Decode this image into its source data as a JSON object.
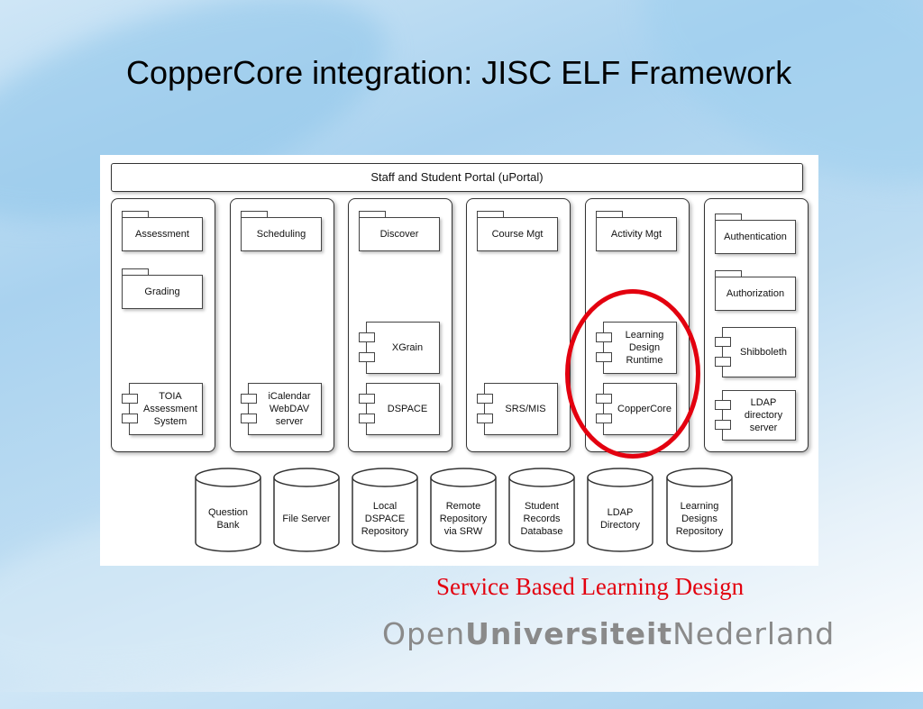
{
  "title": "CopperCore integration: JISC ELF Framework",
  "diagram": {
    "portal_label": "Staff and Student Portal (uPortal)",
    "columns": [
      {
        "packages": [
          "Assessment",
          "Grading"
        ],
        "components": [
          "TOIA\nAssessment\nSystem"
        ]
      },
      {
        "packages": [
          "Scheduling"
        ],
        "components": [
          "iCalendar\nWebDAV\nserver"
        ]
      },
      {
        "packages": [
          "Discover"
        ],
        "components": [
          "XGrain",
          "DSPACE"
        ]
      },
      {
        "packages": [
          "Course Mgt"
        ],
        "components": [
          "SRS/MIS"
        ]
      },
      {
        "packages": [
          "Activity Mgt"
        ],
        "components": [
          "Learning\nDesign\nRuntime",
          "CopperCore"
        ]
      },
      {
        "packages": [
          "Authentication",
          "Authorization"
        ],
        "components": [
          "Shibboleth",
          "LDAP\ndirectory\nserver"
        ]
      }
    ],
    "databases": [
      "Question\nBank",
      "File Server",
      "Local\nDSPACE\nRepository",
      "Remote\nRepository\nvia SRW",
      "Student\nRecords\nDatabase",
      "LDAP\nDirectory",
      "Learning\nDesigns\nRepository"
    ]
  },
  "caption": "Service Based Learning Design",
  "logo": {
    "part1": "Open",
    "part2": "Universiteit",
    "part3": "Nederland"
  },
  "colors": {
    "highlight": "#e3000f",
    "caption": "#e3000f"
  }
}
